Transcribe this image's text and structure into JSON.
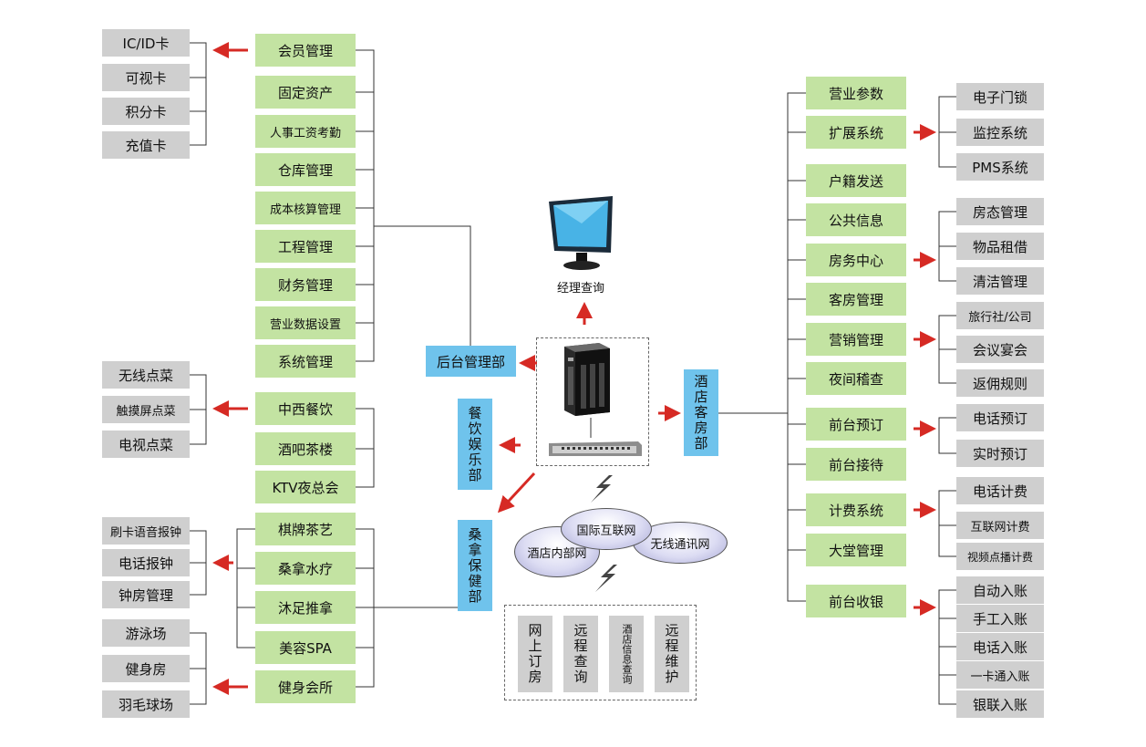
{
  "left_top": {
    "cards": [
      "IC/ID卡",
      "可视卡",
      "积分卡",
      "充值卡"
    ],
    "items": [
      "会员管理",
      "固定资产",
      "人事工资考勤",
      "仓库管理",
      "成本核算管理",
      "工程管理",
      "财务管理",
      "营业数据设置",
      "系统管理"
    ]
  },
  "left_mid": {
    "order": [
      "无线点菜",
      "触摸屏点菜",
      "电视点菜"
    ],
    "items": [
      "中西餐饮",
      "酒吧茶楼",
      "KTV夜总会"
    ]
  },
  "left_bottom": {
    "clock": [
      "刷卡语音报钟",
      "电话报钟",
      "钟房管理"
    ],
    "items": [
      "棋牌茶艺",
      "桑拿水疗",
      "沐足推拿",
      "美容SPA",
      "健身会所"
    ],
    "sports": [
      "游泳场",
      "健身房",
      "羽毛球场"
    ]
  },
  "depts": {
    "backoffice": "后台管理部",
    "catering": "餐饮娱乐部",
    "sauna": "桑拿保健部",
    "hotel": "酒店客房部"
  },
  "center": {
    "manager_query": "经理查询",
    "networks": [
      "国际互联网",
      "酒店内部网",
      "无线通讯网"
    ],
    "services": [
      "网上订房",
      "远程查询",
      "酒店信息查询",
      "远程维护"
    ]
  },
  "right": {
    "items": [
      "营业参数",
      "扩展系统",
      "户籍发送",
      "公共信息",
      "房务中心",
      "客房管理",
      "营销管理",
      "夜间稽查",
      "前台预订",
      "前台接待",
      "计费系统",
      "大堂管理",
      "前台收银"
    ],
    "ext": [
      "电子门锁",
      "监控系统",
      "PMS系统"
    ],
    "housekeeping": [
      "房态管理",
      "物品租借",
      "清洁管理"
    ],
    "marketing": [
      "旅行社/公司",
      "会议宴会",
      "返佣规则"
    ],
    "booking": [
      "电话预订",
      "实时预订"
    ],
    "billing": [
      "电话计费",
      "互联网计费",
      "视频点播计费"
    ],
    "cashier": [
      "自动入账",
      "手工入账",
      "电话入账",
      "一卡通入账",
      "银联入账"
    ]
  },
  "colors": {
    "green": "#c3e3a2",
    "gray": "#cfcfcf",
    "blue": "#6fc3ec",
    "arrow": "#d62a24"
  }
}
